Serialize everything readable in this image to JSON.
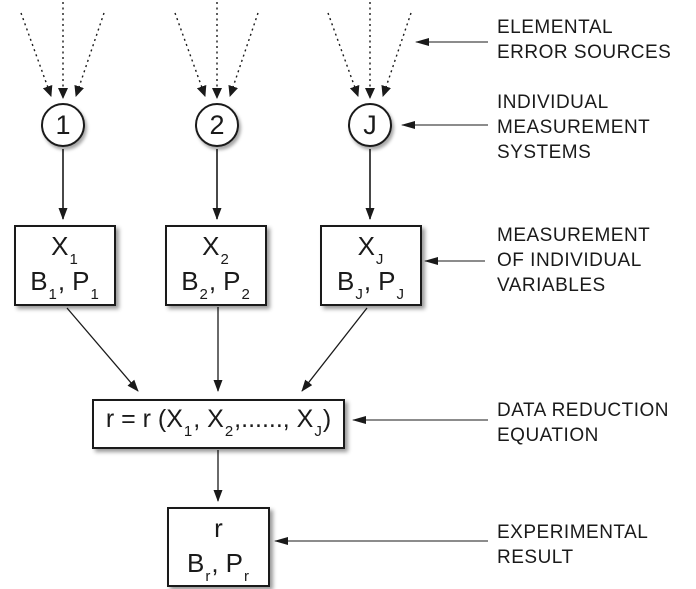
{
  "diagram": {
    "title": "uncertainty-propagation-flow",
    "colors": {
      "ink": "#1a1a1a",
      "background": "#ffffff"
    },
    "nodes": [
      "1",
      "2",
      "J"
    ],
    "measurement_boxes": [
      {
        "x": "X",
        "x_sub": "1",
        "b": "B",
        "b_sub": "1",
        "sep": ",",
        "p": "P",
        "p_sub": "1"
      },
      {
        "x": "X",
        "x_sub": "2",
        "b": "B",
        "b_sub": "2",
        "sep": ",",
        "p": "P",
        "p_sub": "2"
      },
      {
        "x": "X",
        "x_sub": "J",
        "b": "B",
        "b_sub": "J",
        "sep": ",",
        "p": "P",
        "p_sub": "J"
      }
    ],
    "equation_box": {
      "pre": "r = r (X",
      "sub1": "1",
      "mid1": ", X",
      "sub2": "2",
      "mid2": ",......, X",
      "subj": "J",
      "post": ")"
    },
    "result_box": {
      "r": "r",
      "b": "B",
      "b_sub": "r",
      "sep": ",",
      "p": "P",
      "p_sub": "r"
    },
    "annotations": [
      {
        "lines": [
          "ELEMENTAL",
          "ERROR SOURCES"
        ]
      },
      {
        "lines": [
          "INDIVIDUAL",
          "MEASUREMENT",
          "SYSTEMS"
        ]
      },
      {
        "lines": [
          "MEASUREMENT",
          "OF INDIVIDUAL",
          "VARIABLES"
        ]
      },
      {
        "lines": [
          "DATA REDUCTION",
          "EQUATION"
        ]
      },
      {
        "lines": [
          "EXPERIMENTAL",
          "RESULT"
        ]
      }
    ]
  }
}
